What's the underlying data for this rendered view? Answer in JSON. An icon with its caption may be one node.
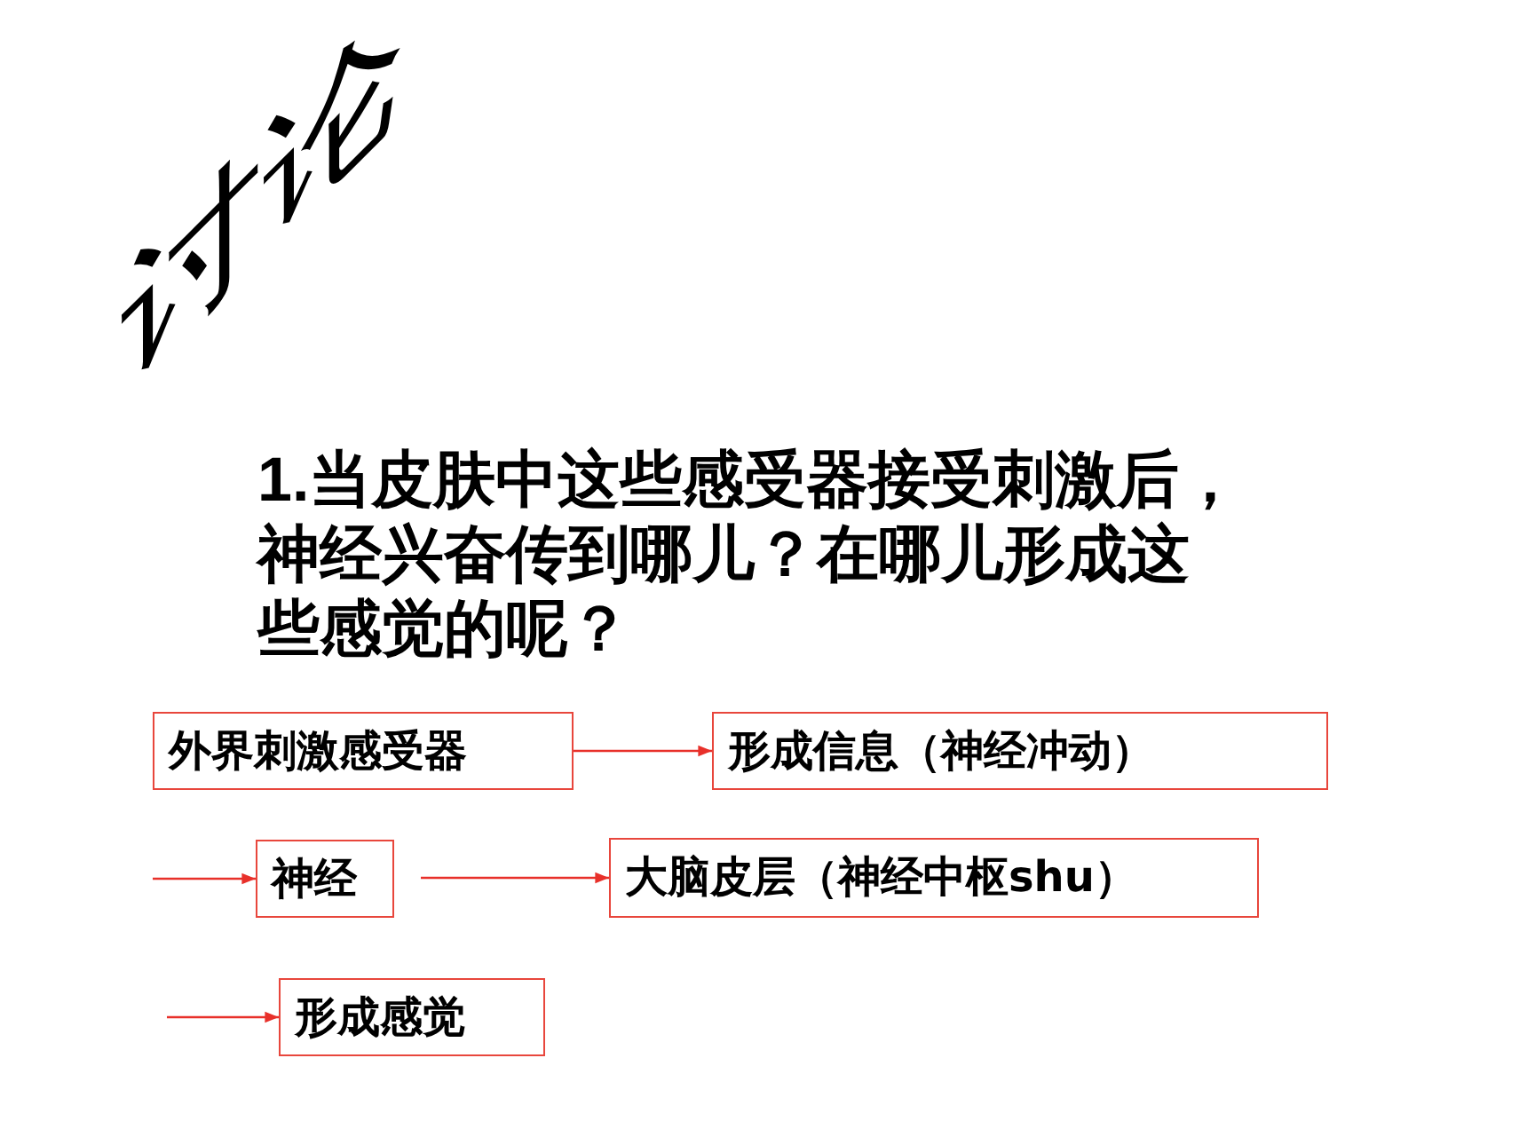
{
  "diagram": {
    "title": "讨论",
    "nodes": [
      {
        "text": [
          "外界刺激感受器"
        ]
      },
      {
        "text": [
          "形成信息（神经冲动）"
        ]
      },
      {
        "text": [
          "神经"
        ]
      },
      {
        "text": [
          "大脑皮层（神经中枢shu）"
        ]
      },
      {
        "text": [
          "形成感觉"
        ]
      }
    ],
    "edges": [
      {
        "from": 0,
        "to": 1,
        "arrow": "to"
      },
      {
        "from": null,
        "to": 2,
        "arrow": "to"
      },
      {
        "from": 2,
        "to": 3,
        "arrow": "to"
      },
      {
        "from": null,
        "to": 4,
        "arrow": "to"
      }
    ],
    "labels": [
      "1.当皮肤中这些感受器接受刺激后，神经兴奋传到哪儿？在哪儿形成这些感觉的呢？"
    ]
  }
}
